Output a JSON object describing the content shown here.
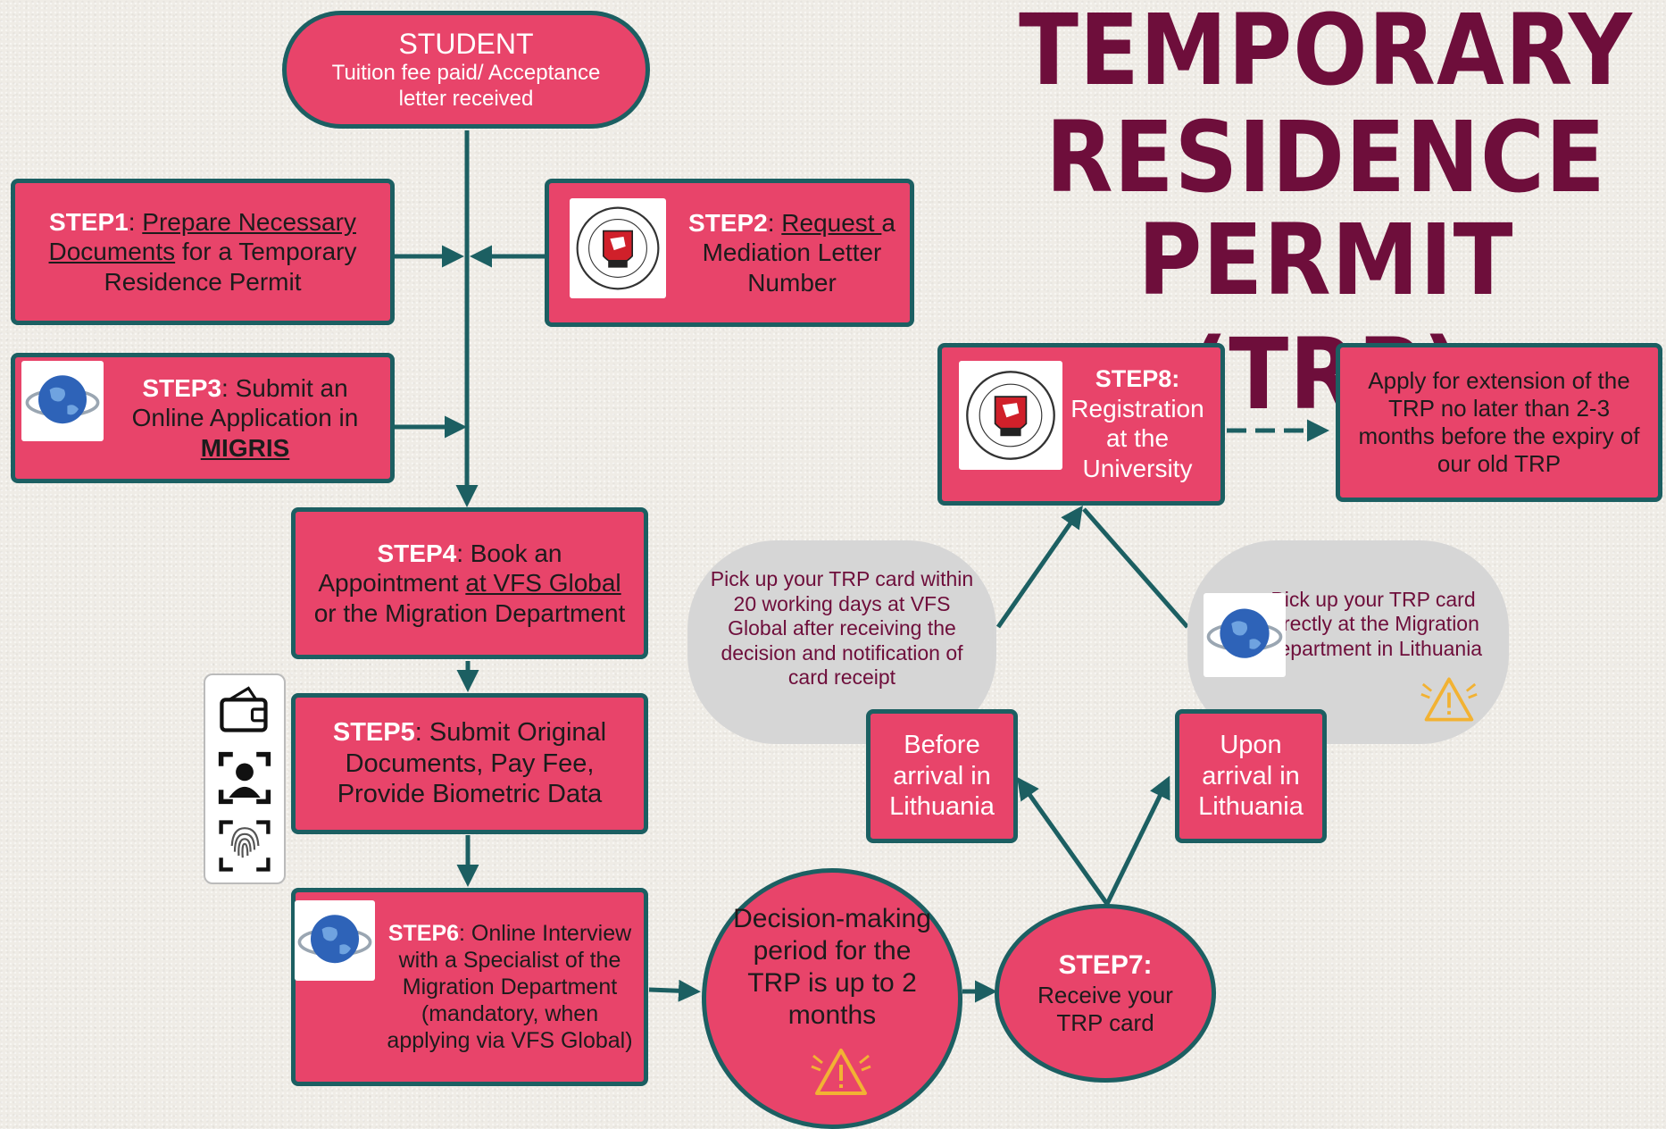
{
  "title": {
    "line1": "TEMPORARY",
    "line2": "RESIDENCE",
    "line3": "PERMIT  (TRP)"
  },
  "colors": {
    "node_fill": "#e8446a",
    "node_border": "#1c5f62",
    "connector": "#1c5f62",
    "title": "#6e0e3b",
    "bubble": "#d6d6d6",
    "warning": "#f2b233"
  },
  "nodes": {
    "student": {
      "heading": "STUDENT",
      "text": "Tuition fee paid/ Acceptance letter received"
    },
    "step1": {
      "label": "STEP1",
      "sep": ": ",
      "link": "Prepare Necessary Documents",
      "rest": " for a Temporary Residence Permit"
    },
    "step2": {
      "label": "STEP2",
      "sep": ": ",
      "link": "Request ",
      "rest": "a Mediation Letter Number"
    },
    "step3": {
      "label": "STEP3",
      "rest": ": Submit an Online Application in ",
      "link": "MIGRIS"
    },
    "step4": {
      "label": "STEP4",
      "rest1": ": Book an Appointment ",
      "link": "at VFS Global",
      "rest2": " or the Migration Department"
    },
    "step5": {
      "label": "STEP5",
      "rest": ": Submit Original Documents, Pay Fee, Provide Biometric Data"
    },
    "step6": {
      "label": "STEP6",
      "rest": ":  Online Interview with a Specialist of the Migration Department (mandatory, when applying via VFS Global)"
    },
    "decision": {
      "text": "Decision-making period for the TRP is up to 2 months"
    },
    "step7": {
      "label": "STEP7",
      "sep": ":",
      "text": "Receive your TRP card"
    },
    "before": {
      "text": "Before arrival in Lithuania"
    },
    "upon": {
      "text": "Upon arrival in Lithuania"
    },
    "step8": {
      "label": "STEP8",
      "sep": ":",
      "text": "Registration at the University"
    },
    "extension": {
      "text": "Apply for extension of the  TRP no later than 2-3 months before the expiry of our old TRP"
    }
  },
  "bubbles": {
    "before": "Pick up your TRP card within 20 working days at VFS Global after receiving the decision and notification of card receipt",
    "upon": "Pick up your TRP card directly at the Migration Department in Lithuania"
  },
  "logos": {
    "university": "university-seal-logo",
    "migration": "globe-logo"
  },
  "icons": [
    "wallet-icon",
    "face-scan-icon",
    "fingerprint-scan-icon",
    "warning-icon"
  ]
}
